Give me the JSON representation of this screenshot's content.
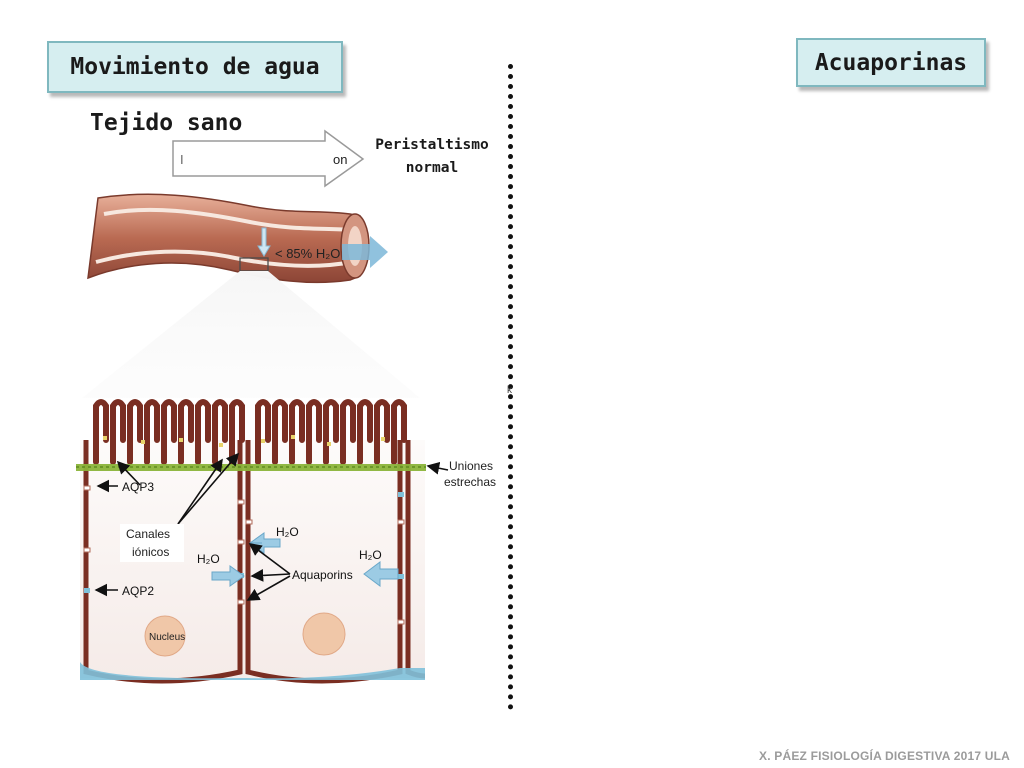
{
  "slide": {
    "title_left": "Movimiento de agua",
    "title_right": "Acuaporinas",
    "subtitle": "Tejido sano",
    "peristalsis_line1": "Peristaltismo",
    "peristalsis_line2": "normal",
    "footer": "X. PÁEZ   FISIOLOGÍA DIGESTIVA 2017  ULA",
    "stray_mark": "k"
  },
  "diagram": {
    "arrow_small_left": "I",
    "arrow_label": "on",
    "water_label": "< 85% H₂O",
    "aqp3": "AQP3",
    "aqp2": "AQP2",
    "canales_line1": "Canales",
    "canales_line2": "iónicos",
    "uniones_line1": "Uniones",
    "uniones_line2": "estrechas",
    "h2o": "H₂O",
    "aquaporins": "Aquaporins",
    "nucleus": "Nucleus"
  },
  "colors": {
    "title_bg": "#d6eef0",
    "title_border": "#7fb8bf",
    "cell_border": "#7a2e22",
    "junction": "#8bb43a",
    "water_arrow": "#7db7d8"
  }
}
